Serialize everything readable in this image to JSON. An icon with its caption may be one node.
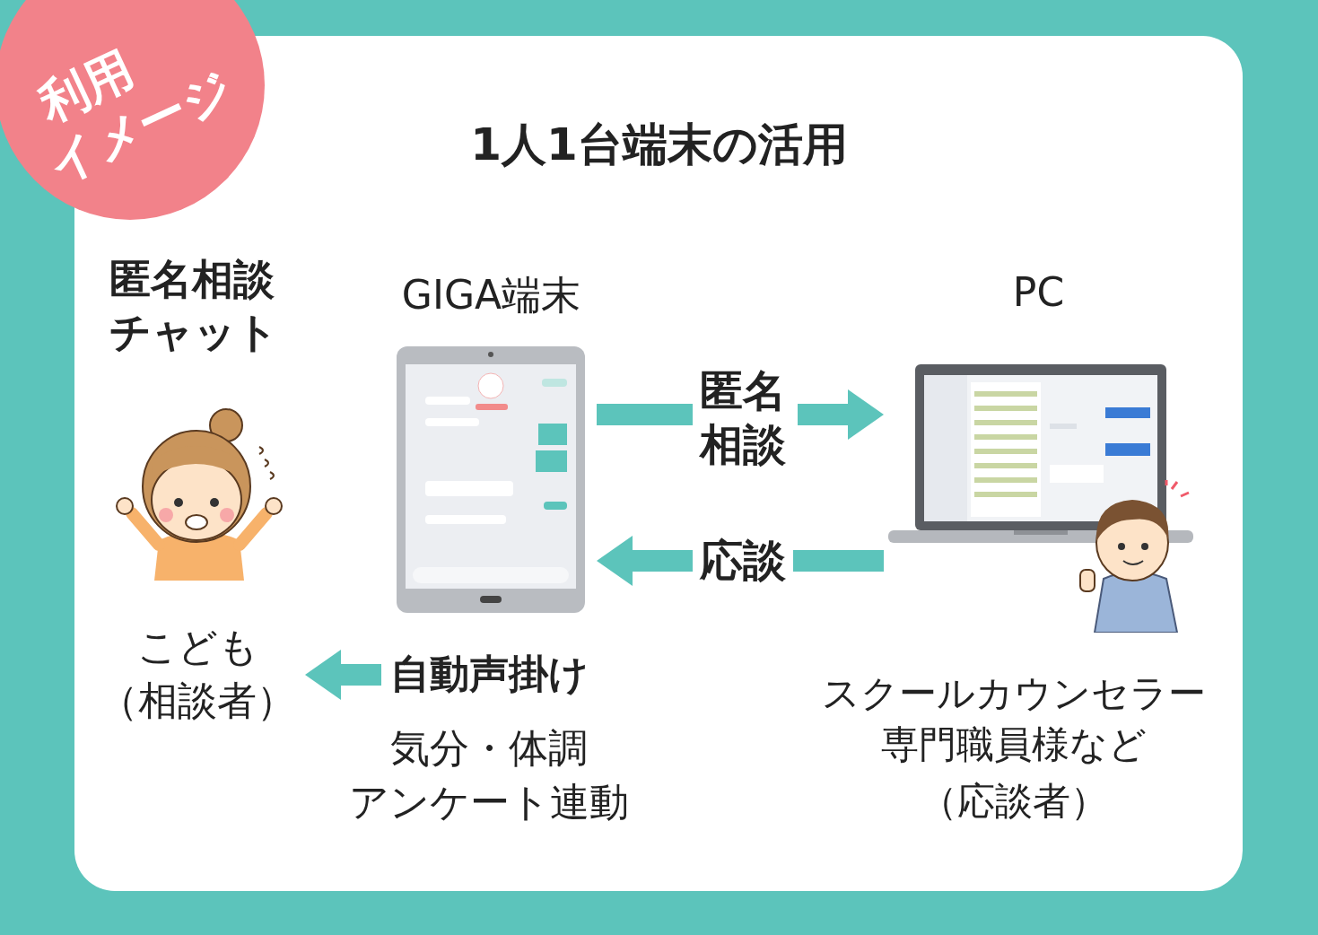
{
  "diagram": {
    "title": "1人1台端末の活用",
    "nodes": [
      {
        "text": [
          "GIGA端末"
        ]
      },
      {
        "text": [
          "PC"
        ]
      },
      {
        "text": [
          "こども",
          "（相談者）"
        ]
      },
      {
        "text": [],
        "shape": "person",
        "beside": [
          "スクールカウンセラー専門職員様など",
          "（応談者）"
        ]
      },
      {
        "text": [
          "自動声掛け"
        ],
        "beside": [
          "気分・体調",
          "アンケート連動"
        ]
      }
    ],
    "edges": [
      {
        "from": 0,
        "to": 1,
        "arrow": "to",
        "label": "匿名相談"
      },
      {
        "from": 1,
        "to": 0,
        "arrow": "to",
        "label": "応談"
      },
      {
        "from": 4,
        "to": 2,
        "arrow": "to"
      }
    ],
    "labels": [
      "利用",
      "イメージ",
      "匿名相談チャット"
    ]
  }
}
